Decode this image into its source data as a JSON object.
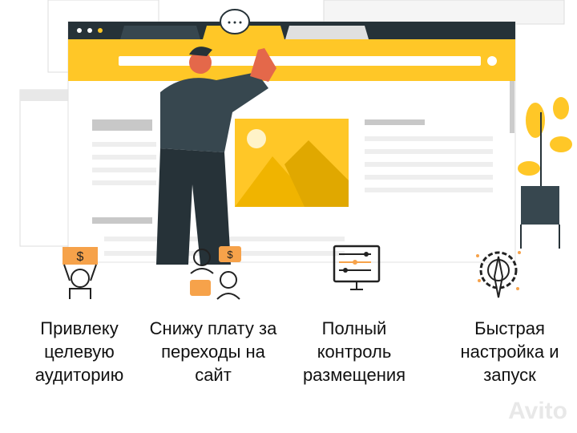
{
  "illustration": {
    "accent": "#FFC727",
    "dark": "#263238",
    "skin": "#E4684A"
  },
  "features": [
    {
      "icon": "person-holding-money-icon",
      "label": "Привлеку целевую аудиторию"
    },
    {
      "icon": "support-people-money-icon",
      "label": "Снижу плату за переходы на сайт"
    },
    {
      "icon": "monitor-sliders-icon",
      "label": "Полный контроль размещения"
    },
    {
      "icon": "gear-rocket-icon",
      "label": "Быстрая настройка и запуск"
    }
  ],
  "watermark": "Avito"
}
